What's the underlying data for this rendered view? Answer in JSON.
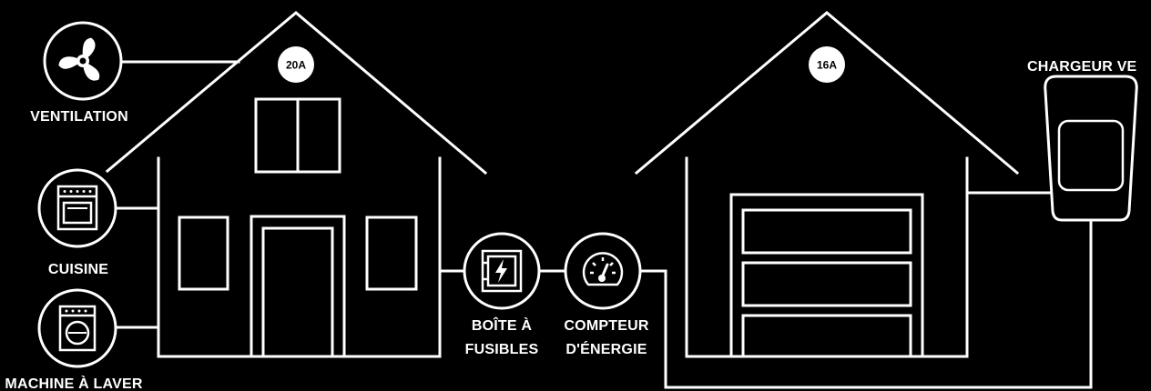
{
  "house": {
    "amperage": "20A"
  },
  "garage": {
    "amperage": "16A"
  },
  "labels": {
    "ventilation": "VENTILATION",
    "cuisine": "CUISINE",
    "machine": "MACHINE À LAVER",
    "fuse_box_line1": "BOÎTE À",
    "fuse_box_line2": "FUSIBLES",
    "meter_line1": "COMPTEUR",
    "meter_line2": "D'ÉNERGIE",
    "charger": "CHARGEUR VE"
  },
  "icons": {
    "ventilation": "fan-icon",
    "cuisine": "oven-icon",
    "machine": "washing-machine-icon",
    "fuse_box": "fuse-box-icon",
    "meter": "gauge-icon",
    "charger": "ev-charger-icon"
  },
  "colors": {
    "background": "#000000",
    "stroke": "#ffffff"
  }
}
